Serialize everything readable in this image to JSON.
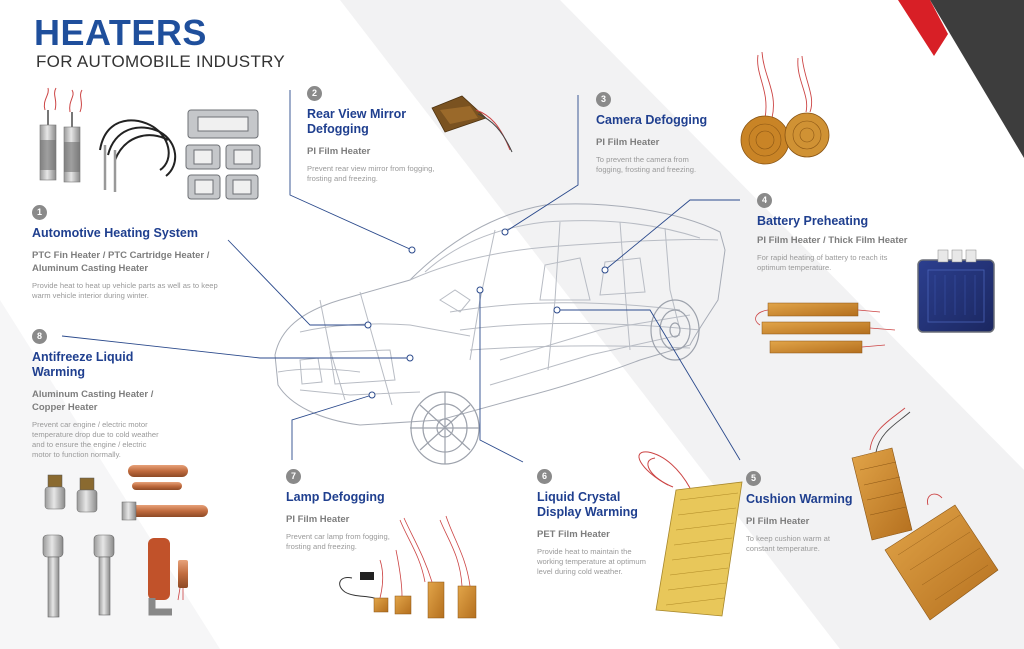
{
  "header": {
    "title": "HEATERS",
    "subtitle": "FOR AUTOMOBILE INDUSTRY"
  },
  "colors": {
    "title_blue": "#1f4f9c",
    "callout_blue": "#1f3f8f",
    "leader_line": "#2b4a8c",
    "corner_red": "#d81f26",
    "corner_dark": "#3d3d3d",
    "number_badge": "#8a8a8a",
    "kapton_amber": "#c9862d"
  },
  "callouts": [
    {
      "num": "1",
      "title": "Automotive Heating System",
      "subtitle": "PTC Fin Heater / PTC Cartridge Heater / Aluminum Casting Heater",
      "desc": "Provide heat to heat up vehicle parts as well as to keep warm vehicle interior during winter."
    },
    {
      "num": "2",
      "title": "Rear View Mirror Defogging",
      "subtitle": "PI Film Heater",
      "desc": "Prevent rear view mirror from fogging, frosting and freezing."
    },
    {
      "num": "3",
      "title": "Camera Defogging",
      "subtitle": "PI Film Heater",
      "desc": "To prevent the camera from fogging, frosting and freezing."
    },
    {
      "num": "4",
      "title": "Battery Preheating",
      "subtitle": "PI Film Heater / Thick Film Heater",
      "desc": "For rapid heating of battery to reach its optimum temperature."
    },
    {
      "num": "5",
      "title": "Cushion Warming",
      "subtitle": "PI Film Heater",
      "desc": "To keep cushion warm at constant temperature."
    },
    {
      "num": "6",
      "title": "Liquid Crystal Display Warming",
      "subtitle": "PET Film Heater",
      "desc": "Provide heat to maintain the working temperature at optimum level during cold weather."
    },
    {
      "num": "7",
      "title": "Lamp Defogging",
      "subtitle": "PI Film Heater",
      "desc": "Prevent car lamp from fogging, frosting and freezing."
    },
    {
      "num": "8",
      "title": "Antifreeze Liquid Warming",
      "subtitle": "Aluminum Casting Heater / Copper Heater",
      "desc": "Prevent car engine / electric motor temperature drop due to cold weather and to ensure the engine / electric motor to function normally."
    }
  ]
}
